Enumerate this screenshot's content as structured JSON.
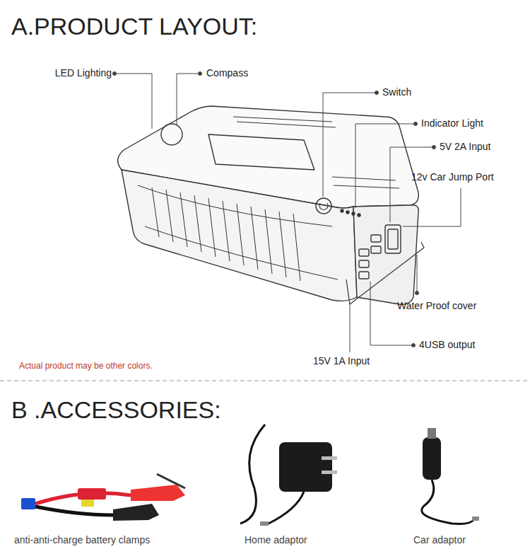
{
  "diagram": {
    "title": "A.PRODUCT LAYOUT:",
    "labels": [
      "LED Lighting",
      "Compass",
      "Switch",
      "Indicator Light",
      "5V 2A Input",
      "12v Car Jump Port",
      "Water Proof cover",
      "4USB output",
      "15V 1A Input",
      "Actual product may be other colors.",
      "B .ACCESSORIES:",
      "anti-anti-charge  battery clamps",
      "Home adaptor",
      "Car adaptor"
    ]
  }
}
